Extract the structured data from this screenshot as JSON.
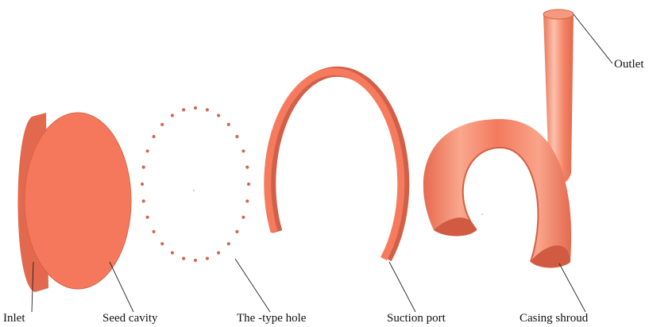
{
  "labels": {
    "inlet": "Inlet",
    "seed_cavity": "Seed cavity",
    "type_hole": "The -type hole",
    "suction_port": "Suction port",
    "casing_shroud": "Casing shroud",
    "outlet": "Outlet"
  },
  "colors": {
    "face": "#f5785c",
    "rim": "#e2694e",
    "rim_dark": "#c95a42",
    "hole_dot": "#cf6a52",
    "highlight": "#fbb9a4",
    "leader_line": "#222222"
  }
}
